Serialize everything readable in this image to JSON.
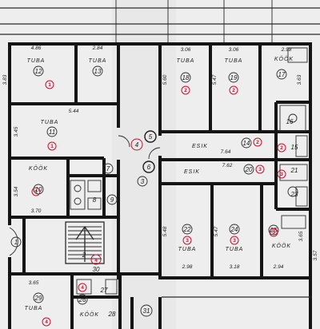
{
  "rooms": [
    {
      "name": "TUBA",
      "area": "4.86",
      "num": "12",
      "red": "1",
      "p": [
        40,
        72,
        32,
        52
      ]
    },
    {
      "name": "TUBA",
      "area": "2.84",
      "num": "13",
      "red": "",
      "p": [
        120,
        72,
        38,
        52
      ]
    },
    {
      "name": "TUBA",
      "area": "5.44",
      "num": "11",
      "red": "1",
      "p": [
        65,
        150,
        60,
        140
      ]
    },
    {
      "name": "KÖÖK",
      "area": "",
      "num": "10",
      "red": "1",
      "p": [
        40,
        210,
        43,
        240
      ]
    },
    {
      "name": "TUBA",
      "area": "3.06",
      "num": "18",
      "red": "2",
      "p": [
        232,
        72,
        232,
        62
      ]
    },
    {
      "name": "TUBA",
      "area": "3.06",
      "num": "19",
      "red": "2",
      "p": [
        292,
        72,
        292,
        62
      ]
    },
    {
      "name": "KÖÖK",
      "area": "2.98",
      "num": "17",
      "red": "",
      "p": [
        353,
        72,
        358,
        62
      ]
    },
    {
      "name": "ESIK",
      "area": "7.64",
      "num": "14",
      "red": "2",
      "p": [
        270,
        180,
        300,
        190
      ]
    },
    {
      "name": "ESIK",
      "area": "7.62",
      "num": "20",
      "red": "3",
      "p": [
        265,
        212,
        300,
        210
      ]
    },
    {
      "name": "TUBA",
      "area": "2.98",
      "num": "22",
      "red": "3",
      "p": [
        235,
        310,
        235,
        332
      ]
    },
    {
      "name": "TUBA",
      "area": "3.18",
      "num": "24",
      "red": "3",
      "p": [
        293,
        315,
        293,
        332
      ]
    },
    {
      "name": "KÖÖK",
      "area": "2.94",
      "num": "25",
      "red": "3",
      "p": [
        353,
        310,
        348,
        332
      ]
    },
    {
      "name": "TUBA",
      "area": "3.65",
      "num": "29",
      "red": "4",
      "p": [
        42,
        385,
        42,
        353
      ]
    },
    {
      "name": "KÖÖK",
      "area": "",
      "num": "26",
      "red": "4",
      "p": [
        112,
        392,
        103,
        375
      ]
    }
  ],
  "plain_numbers": [
    "1",
    "2",
    "3",
    "4",
    "5",
    "6",
    "7",
    "8",
    "9",
    "15",
    "16",
    "21",
    "23",
    "27",
    "28",
    "30",
    "31"
  ],
  "red_numbers": [
    "1",
    "2",
    "3",
    "4"
  ],
  "dimensions": [
    "3.83",
    "3.45",
    "3.54",
    "3.70",
    "5.60",
    "5.47",
    "5.48",
    "5.47",
    "3.63",
    "3.57",
    "3.65"
  ]
}
